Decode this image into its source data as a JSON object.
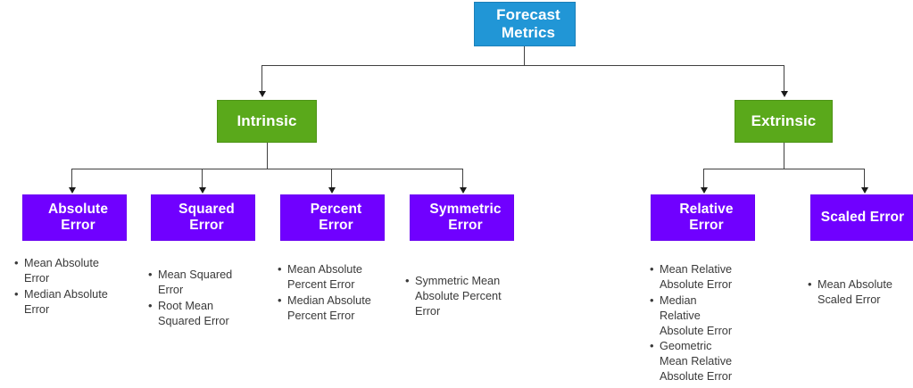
{
  "diagram": {
    "title_root": "Forecast Metrics",
    "nodes": {
      "root": {
        "label_line1": "Forecast",
        "label_line2": "Metrics",
        "color": "#2196d6"
      },
      "intrinsic": {
        "label": "Intrinsic",
        "color": "#5aa91b"
      },
      "extrinsic": {
        "label": "Extrinsic",
        "color": "#5aa91b"
      },
      "absolute_error": {
        "label_line1": "Absolute",
        "label_line2": "Error",
        "color": "#7000ff"
      },
      "squared_error": {
        "label_line1": "Squared",
        "label_line2": "Error",
        "color": "#7000ff"
      },
      "percent_error": {
        "label_line1": "Percent",
        "label_line2": "Error",
        "color": "#7000ff"
      },
      "symmetric_error": {
        "label_line1": "Symmetric",
        "label_line2": "Error",
        "color": "#7000ff"
      },
      "relative_error": {
        "label_line1": "Relative",
        "label_line2": "Error",
        "color": "#7000ff"
      },
      "scaled_error": {
        "label": "Scaled Error",
        "color": "#7000ff"
      }
    },
    "lists": {
      "absolute_error": [
        "Mean Absolute Error",
        "Median Absolute Error"
      ],
      "squared_error": [
        "Mean Squared Error",
        "Root Mean Squared Error"
      ],
      "percent_error": [
        "Mean Absolute Percent Error",
        "Median Absolute Percent Error"
      ],
      "symmetric_error": [
        "Symmetric Mean Absolute Percent Error"
      ],
      "relative_error": [
        "Mean Relative Absolute Error",
        "Median Relative Absolute Error",
        "Geometric Mean Relative Absolute Error"
      ],
      "scaled_error": [
        "Mean Absolute Scaled Error"
      ]
    }
  }
}
